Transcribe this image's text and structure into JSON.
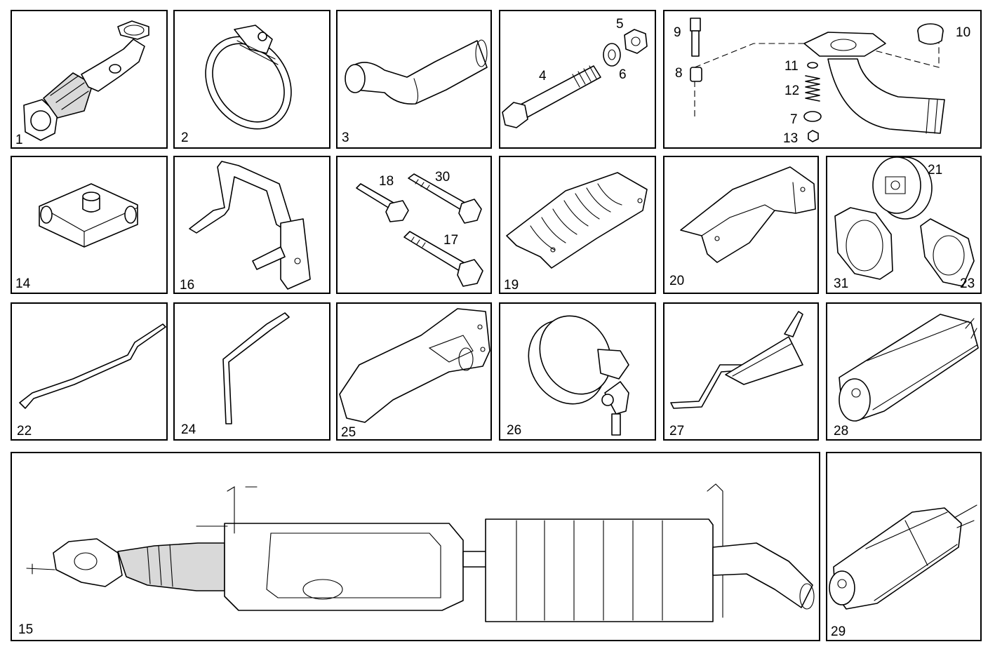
{
  "panels": [
    {
      "id": "p1",
      "label": "1"
    },
    {
      "id": "p2",
      "label": "2"
    },
    {
      "id": "p3",
      "label": "3"
    },
    {
      "id": "p4",
      "labels": [
        "4",
        "5",
        "6"
      ]
    },
    {
      "id": "p5",
      "labels": [
        "9",
        "8",
        "10",
        "11",
        "12",
        "7",
        "13"
      ]
    },
    {
      "id": "p14",
      "label": "14"
    },
    {
      "id": "p16",
      "label": "16"
    },
    {
      "id": "p17",
      "labels": [
        "18",
        "30",
        "17"
      ]
    },
    {
      "id": "p19",
      "label": "19"
    },
    {
      "id": "p20",
      "label": "20"
    },
    {
      "id": "p21",
      "labels": [
        "21",
        "31",
        "23"
      ]
    },
    {
      "id": "p22",
      "label": "22"
    },
    {
      "id": "p24",
      "label": "24"
    },
    {
      "id": "p25",
      "label": "25"
    },
    {
      "id": "p26",
      "label": "26"
    },
    {
      "id": "p27",
      "label": "27"
    },
    {
      "id": "p28",
      "label": "28"
    },
    {
      "id": "p15",
      "label": "15"
    },
    {
      "id": "p29",
      "label": "29"
    }
  ],
  "colors": {
    "line": "#000000",
    "background": "#ffffff",
    "shade": "#d9d9d9"
  }
}
